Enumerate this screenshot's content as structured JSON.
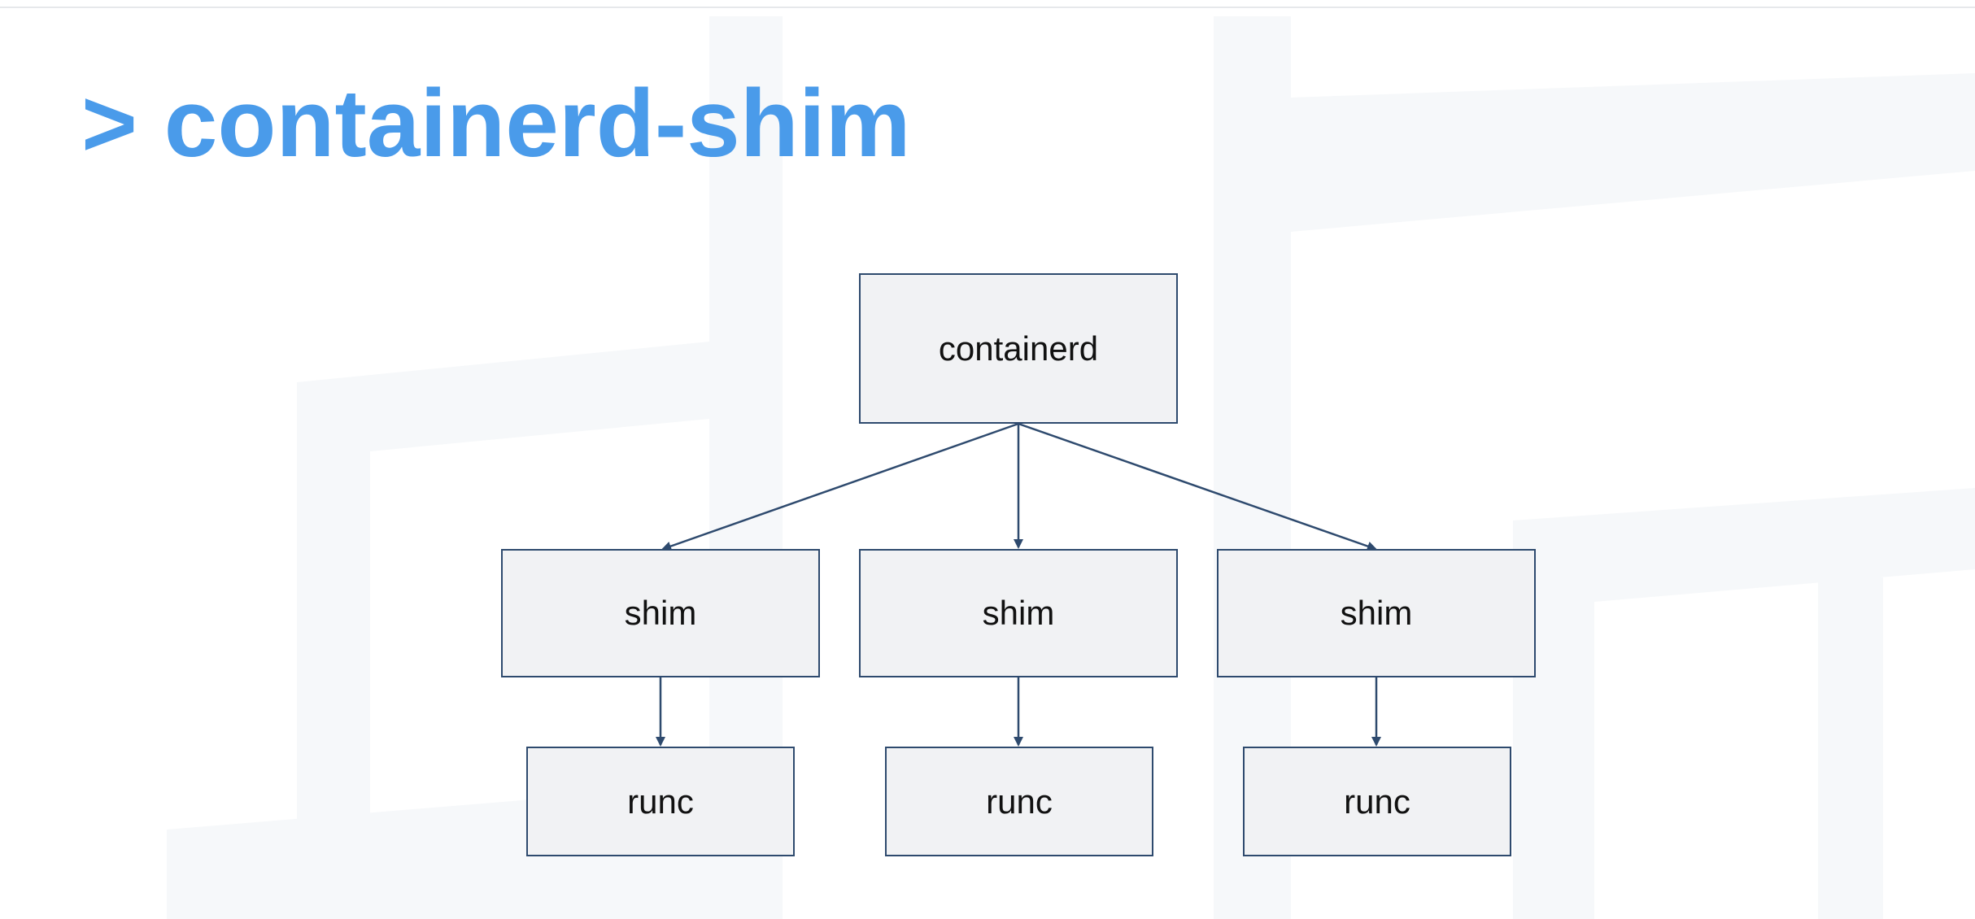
{
  "slide": {
    "title": "> containerd-shim"
  },
  "diagram": {
    "root": {
      "label": "containerd"
    },
    "shims": [
      {
        "label": "shim"
      },
      {
        "label": "shim"
      },
      {
        "label": "shim"
      }
    ],
    "runtimes": [
      {
        "label": "runc"
      },
      {
        "label": "runc"
      },
      {
        "label": "runc"
      }
    ]
  },
  "colors": {
    "title": "#4a9bea",
    "node_fill": "#f1f2f4",
    "node_border": "#2e4a6e",
    "arrow": "#2e4a6e",
    "background_shapes": "#f6f8fa"
  }
}
